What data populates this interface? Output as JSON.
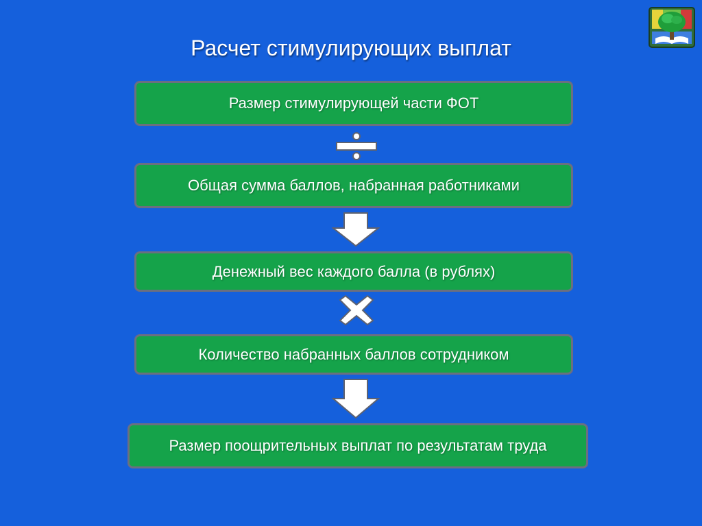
{
  "slide": {
    "title": "Расчет стимулирующих выплат",
    "steps": [
      "Размер стимулирующей части ФОТ",
      "Общая сумма баллов, набранная работниками",
      "Денежный вес каждого балла (в рублях)",
      "Количество набранных баллов сотрудником",
      "Размер поощрительных выплат по результатам труда"
    ],
    "operators": [
      "divide-icon",
      "arrow-down-icon",
      "multiply-icon",
      "arrow-down-icon"
    ],
    "colors": {
      "background": "#1560dc",
      "box_fill": "#15a34a",
      "box_border": "#6b6f80",
      "text": "#ffffff"
    },
    "logo_icon": "tree-book-emblem-icon"
  }
}
